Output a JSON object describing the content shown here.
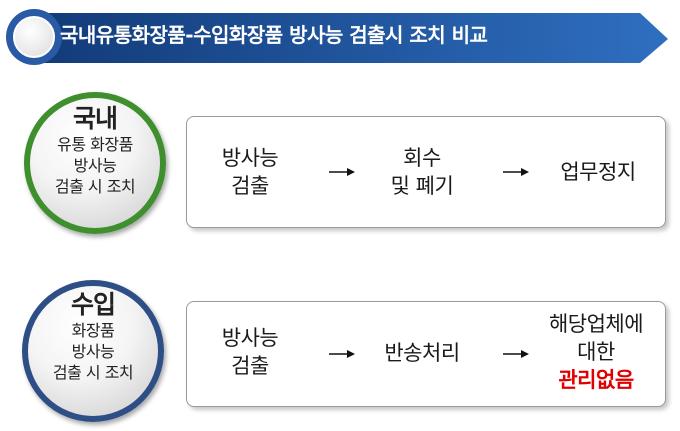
{
  "banner": {
    "title": "국내유통화장품-수입화장품 방사능 검출시 조치 비교",
    "colors": {
      "start": "#123a78",
      "end": "#2f6fc0",
      "ring": "#2a5aa5"
    }
  },
  "domestic": {
    "circle": {
      "head": "국내",
      "line1": "유통 화장품",
      "line2": "방사능",
      "line3": "검출 시 조치",
      "border_color": "#3f8f2f"
    },
    "steps": [
      {
        "line1": "방사능",
        "line2": "검출"
      },
      {
        "line1": "회수",
        "line2": "및 폐기"
      },
      {
        "line1": "업무정지"
      }
    ]
  },
  "import": {
    "circle": {
      "head": "수입",
      "line1": "화장품",
      "line2": "방사능",
      "line3": "검출 시 조치",
      "border_color": "#2e4f86"
    },
    "steps": [
      {
        "line1": "방사능",
        "line2": "검출"
      },
      {
        "line1": "반송처리"
      },
      {
        "line1": "해당업체에",
        "line2": "대한",
        "line3": "관리없음"
      }
    ],
    "highlight_color": "#e00000"
  },
  "icons": {
    "arrow": "right-arrow-icon"
  }
}
